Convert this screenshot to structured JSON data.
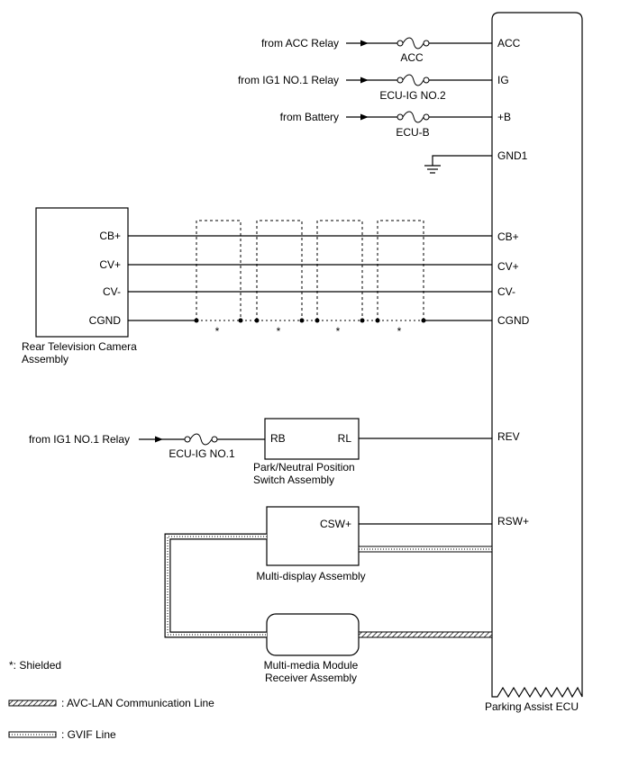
{
  "ecu": {
    "name": "Parking Assist ECU",
    "pins": {
      "acc": "ACC",
      "ig": "IG",
      "b": "+B",
      "gnd1": "GND1",
      "cbp": "CB+",
      "cvp": "CV+",
      "cvm": "CV-",
      "cgnd": "CGND",
      "rev": "REV",
      "rsw": "RSW+"
    }
  },
  "power": {
    "acc": {
      "source": "from ACC Relay",
      "fuse": "ACC"
    },
    "ig": {
      "source": "from IG1 NO.1 Relay",
      "fuse": "ECU-IG NO.2"
    },
    "battery": {
      "source": "from Battery",
      "fuse": "ECU-B"
    }
  },
  "camera": {
    "name_line1": "Rear Television Camera",
    "name_line2": "Assembly",
    "pins": {
      "cbp": "CB+",
      "cvp": "CV+",
      "cvm": "CV-",
      "cgnd": "CGND"
    }
  },
  "shield_mark": "*",
  "pnp": {
    "source": "from IG1 NO.1 Relay",
    "fuse": "ECU-IG NO.1",
    "pin_in": "RB",
    "pin_out": "RL",
    "name_line1": "Park/Neutral Position",
    "name_line2": "Switch Assembly"
  },
  "multidisplay": {
    "pin": "CSW+",
    "name": "Multi-display Assembly"
  },
  "receiver": {
    "name_line1": "Multi-media Module",
    "name_line2": "Receiver Assembly"
  },
  "legend": {
    "shielded": "*: Shielded",
    "avc_lan": ": AVC-LAN Communication Line",
    "gvif": ": GVIF Line"
  }
}
